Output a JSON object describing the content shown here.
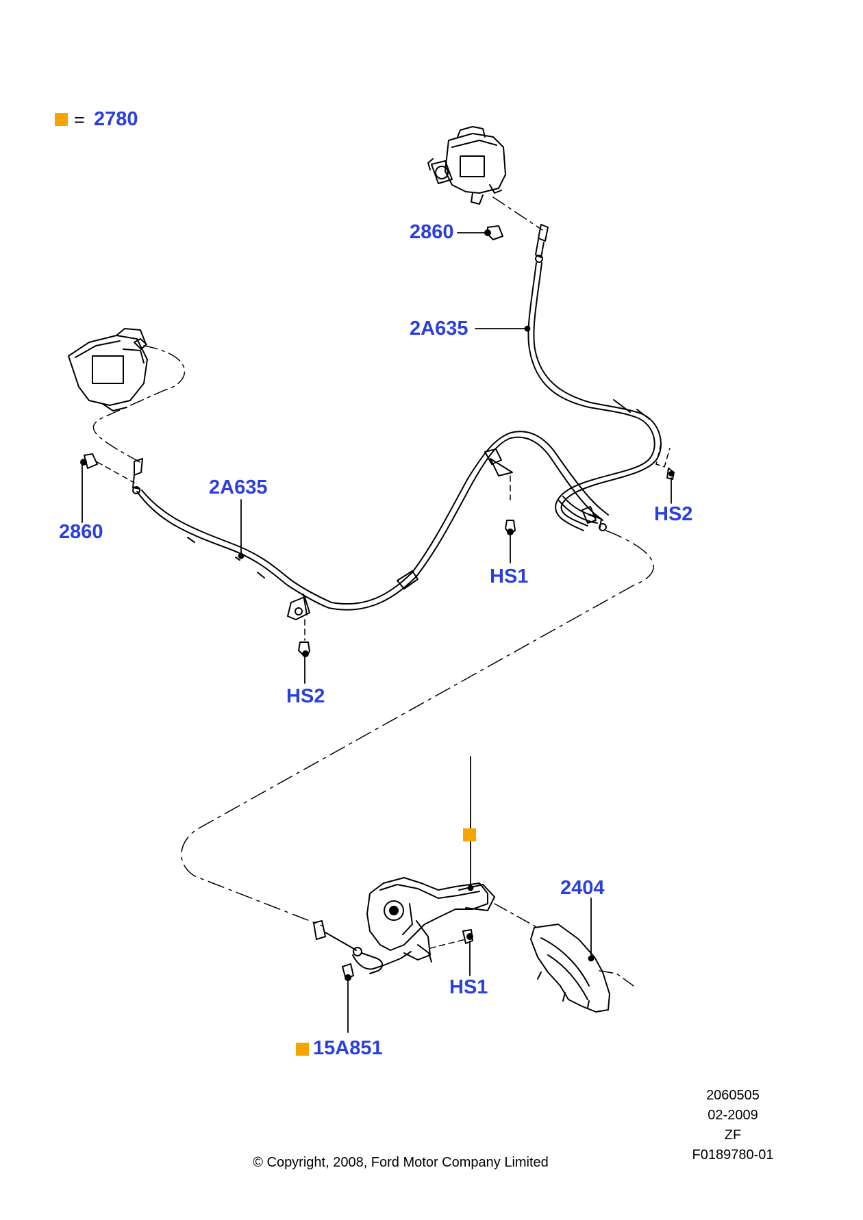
{
  "legend": {
    "symbol": "=",
    "part": "2780"
  },
  "labels": {
    "top_clip": "2860",
    "top_cable": "2A635",
    "left_clip": "2860",
    "left_cable": "2A635",
    "hs2_right": "HS2",
    "hs1_mid": "HS1",
    "hs2_left": "HS2",
    "boot": "2404",
    "hs1_lower": "HS1",
    "adjuster": "15A851"
  },
  "meta": {
    "code": "2060505",
    "date": "02-2009",
    "region": "ZF",
    "figure": "F0189780-01",
    "copyright": "© Copyright, 2008, Ford Motor Company Limited"
  },
  "colors": {
    "label": "#2b3fe0",
    "marker": "#f7a400",
    "line": "#000000"
  }
}
